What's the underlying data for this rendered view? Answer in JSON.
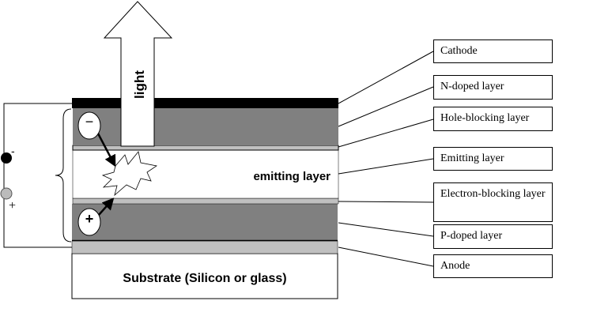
{
  "diagram": {
    "light_label": "light",
    "emitting_label": "emitting layer",
    "substrate_label": "Substrate (Silicon or glass)",
    "electron_sign": "−",
    "hole_sign": "+",
    "terminal_negative": "-",
    "terminal_positive": "+",
    "colors": {
      "cathode": "#000000",
      "doped": "#808080",
      "blocking": "#c0c0c0",
      "anode": "#c0c0c0"
    }
  },
  "labels": [
    "Cathode",
    "N-doped layer",
    "Hole-blocking layer",
    "Emitting layer",
    "Electron-blocking layer",
    "P-doped layer",
    "Anode"
  ]
}
